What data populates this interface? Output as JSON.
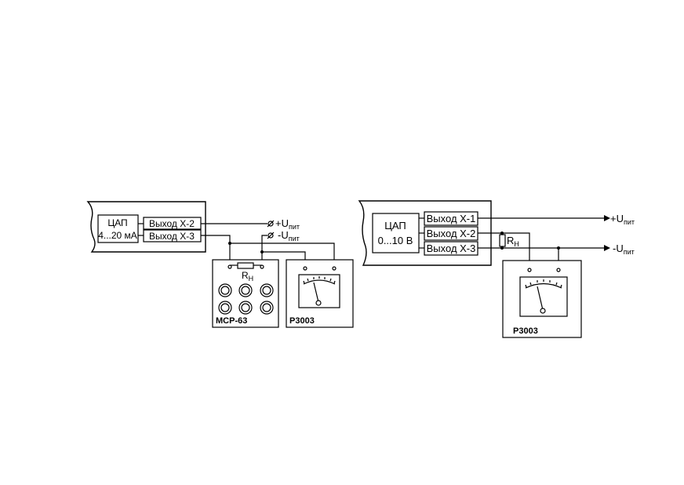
{
  "left": {
    "dac_label": "ЦАП",
    "dac_range": "4...20 мА",
    "outputs": [
      "Выход Х-2",
      "Выход Х-3"
    ],
    "supply_plus": "+U",
    "supply_minus": "-U",
    "supply_sub": "пит",
    "resistor_label": "R",
    "resistor_sub": "Н",
    "msr_label": "МСР-63",
    "meter_label": "Р3003"
  },
  "right": {
    "dac_label": "ЦАП",
    "dac_range": "0...10 В",
    "outputs": [
      "Выход Х-1",
      "Выход Х-2",
      "Выход Х-3"
    ],
    "supply_plus": "+U",
    "supply_minus": "-U",
    "supply_sub": "пит",
    "resistor_label": "R",
    "resistor_sub": "Н",
    "meter_label": "Р3003"
  }
}
